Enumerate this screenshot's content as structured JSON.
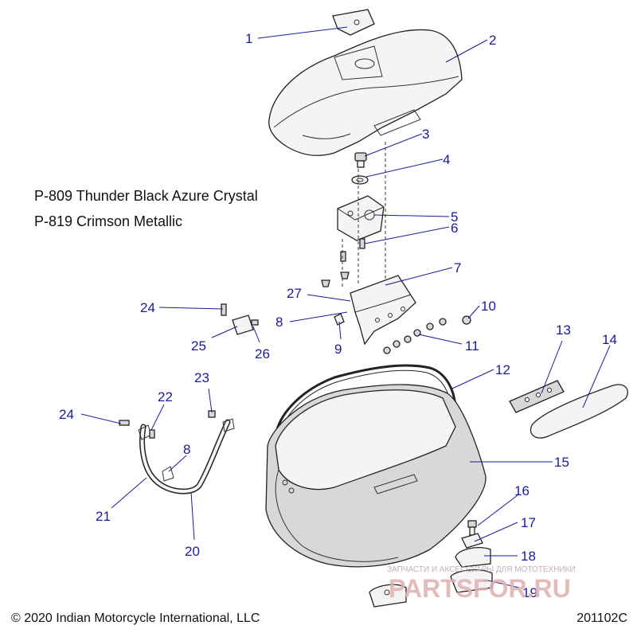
{
  "paint_codes": [
    "P-809 Thunder Black Azure Crystal",
    "P-819 Crimson Metallic"
  ],
  "copyright": "© 2020 Indian Motorcycle International, LLC",
  "figure_code": "201102C",
  "watermark": {
    "caption": "ЗАПЧАСТИ И АКСЕССУАРЫ ДЛЯ МОТОТЕХНИКИ",
    "logo_text": "PARTSFOR.RU"
  },
  "callouts": {
    "c1": "1",
    "c2": "2",
    "c3": "3",
    "c4": "4",
    "c5": "5",
    "c6": "6",
    "c7": "7",
    "c8a": "8",
    "c8b": "8",
    "c9": "9",
    "c10": "10",
    "c11": "11",
    "c12": "12",
    "c13": "13",
    "c14": "14",
    "c15": "15",
    "c16": "16",
    "c17": "17",
    "c18": "18",
    "c19": "19",
    "c20": "20",
    "c21": "21",
    "c22": "22",
    "c23": "23",
    "c24a": "24",
    "c24b": "24",
    "c25": "25",
    "c26": "26",
    "c27": "27"
  },
  "colors": {
    "callout_text": "#1a1a9a",
    "watermark_red": "#e0b0b0"
  }
}
